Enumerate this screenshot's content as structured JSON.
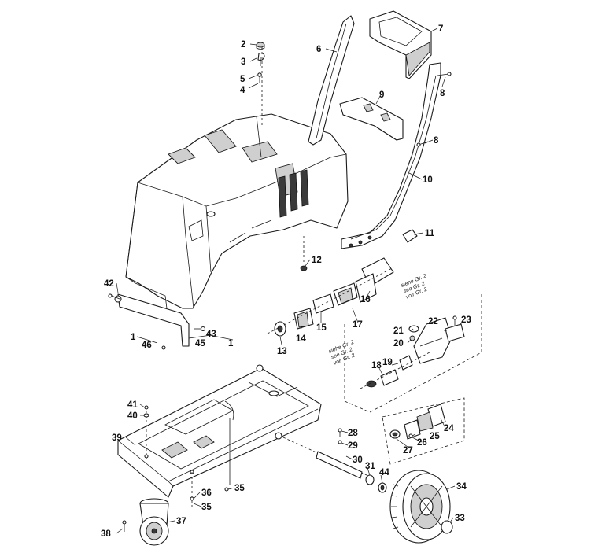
{
  "callouts": [
    {
      "id": "c2",
      "text": "2"
    },
    {
      "id": "c3",
      "text": "3"
    },
    {
      "id": "c5",
      "text": "5"
    },
    {
      "id": "c4",
      "text": "4"
    },
    {
      "id": "c6",
      "text": "6"
    },
    {
      "id": "c7",
      "text": "7"
    },
    {
      "id": "c8a",
      "text": "8"
    },
    {
      "id": "c9",
      "text": "9"
    },
    {
      "id": "c8b",
      "text": "8"
    },
    {
      "id": "c10",
      "text": "10"
    },
    {
      "id": "c11",
      "text": "11"
    },
    {
      "id": "c12",
      "text": "12"
    },
    {
      "id": "c42",
      "text": "42"
    },
    {
      "id": "c16",
      "text": "16"
    },
    {
      "id": "c17",
      "text": "17"
    },
    {
      "id": "c15",
      "text": "15"
    },
    {
      "id": "c14",
      "text": "14"
    },
    {
      "id": "c13",
      "text": "13"
    },
    {
      "id": "c43",
      "text": "43"
    },
    {
      "id": "c1a",
      "text": "1"
    },
    {
      "id": "c45",
      "text": "45"
    },
    {
      "id": "c1b",
      "text": "1"
    },
    {
      "id": "c46",
      "text": "46"
    },
    {
      "id": "c21",
      "text": "21"
    },
    {
      "id": "c22",
      "text": "22"
    },
    {
      "id": "c23",
      "text": "23"
    },
    {
      "id": "c20",
      "text": "20"
    },
    {
      "id": "c18",
      "text": "18"
    },
    {
      "id": "c19",
      "text": "19"
    },
    {
      "id": "c41",
      "text": "41"
    },
    {
      "id": "c40",
      "text": "40"
    },
    {
      "id": "c39",
      "text": "39"
    },
    {
      "id": "c28",
      "text": "28"
    },
    {
      "id": "c29",
      "text": "29"
    },
    {
      "id": "c24",
      "text": "24"
    },
    {
      "id": "c25",
      "text": "25"
    },
    {
      "id": "c26",
      "text": "26"
    },
    {
      "id": "c27",
      "text": "27"
    },
    {
      "id": "c30",
      "text": "30"
    },
    {
      "id": "c31",
      "text": "31"
    },
    {
      "id": "c44",
      "text": "44"
    },
    {
      "id": "c35a",
      "text": "35"
    },
    {
      "id": "c36",
      "text": "36"
    },
    {
      "id": "c35b",
      "text": "35"
    },
    {
      "id": "c34",
      "text": "34"
    },
    {
      "id": "c37",
      "text": "37"
    },
    {
      "id": "c33",
      "text": "33"
    },
    {
      "id": "c38",
      "text": "38"
    }
  ],
  "notes": {
    "upper": [
      "siehe Gr. 2",
      "see Gr. 2",
      "voir Gr. 2"
    ],
    "lower": [
      "siehe Gr. 2",
      "see Gr. 2",
      "voir Gr. 2"
    ]
  }
}
